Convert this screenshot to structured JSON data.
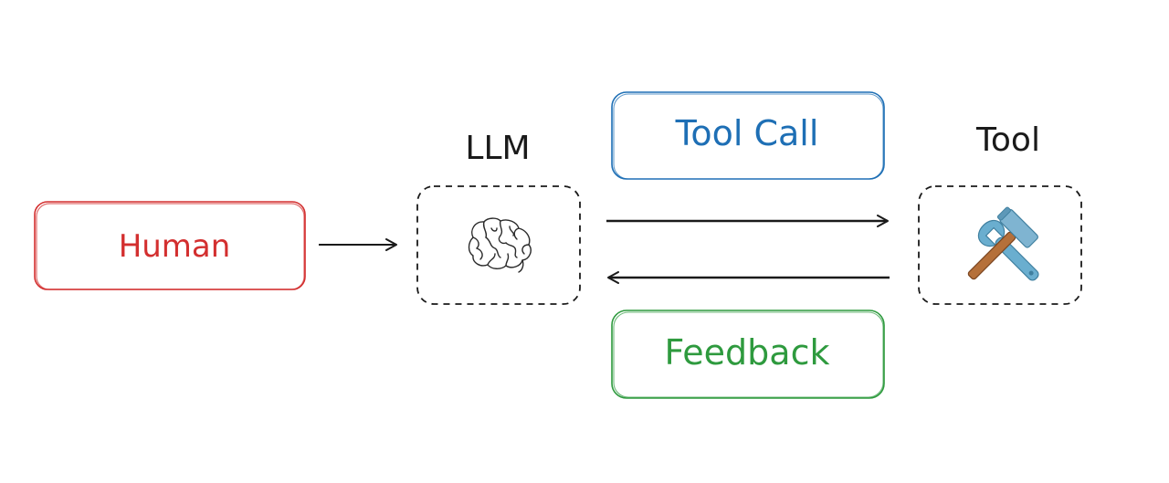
{
  "diagram": {
    "human": {
      "label": "Human",
      "color": "#d32f2f"
    },
    "llm": {
      "title": "LLM",
      "icon": "brain-icon"
    },
    "tool": {
      "title": "Tool",
      "icon": "hammer-and-wrench-icon"
    },
    "tool_call": {
      "label": "Tool Call",
      "color": "#1e6fb5"
    },
    "feedback": {
      "label": "Feedback",
      "color": "#2e9a3e"
    },
    "stroke_color": "#1a1a1a",
    "dashed_color": "#1a1a1a"
  }
}
